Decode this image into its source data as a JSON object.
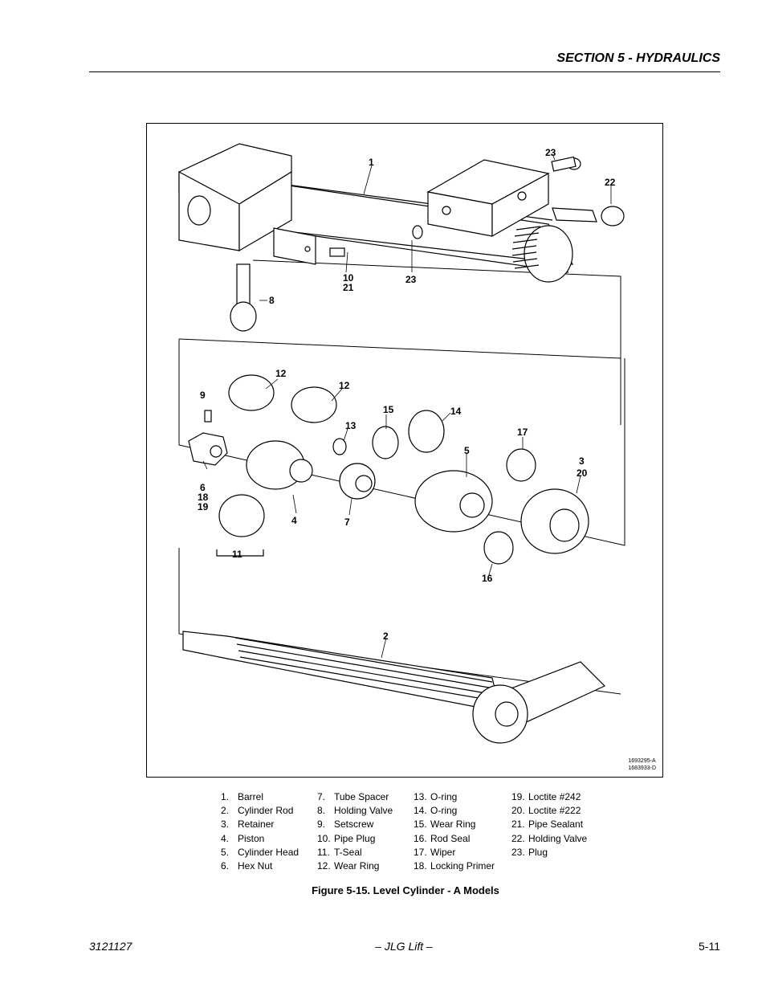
{
  "header": {
    "section_title": "SECTION 5 - HYDRAULICS"
  },
  "figure": {
    "callouts": {
      "c1": "1",
      "c2": "2",
      "c3": "3",
      "c20": "20",
      "c4": "4",
      "c5": "5",
      "c6": "6",
      "c18": "18",
      "c19": "19",
      "c7": "7",
      "c8": "8",
      "c9": "9",
      "c10": "10",
      "c21": "21",
      "c11": "11",
      "c12a": "12",
      "c12b": "12",
      "c13": "13",
      "c14": "14",
      "c15": "15",
      "c16": "16",
      "c17": "17",
      "c22": "22",
      "c23a": "23",
      "c23b": "23"
    },
    "drawing_ids": [
      "1693295-A",
      "1683933-D"
    ]
  },
  "legend": {
    "col1": [
      {
        "num": "1.",
        "label": "Barrel"
      },
      {
        "num": "2.",
        "label": "Cylinder Rod"
      },
      {
        "num": "3.",
        "label": "Retainer"
      },
      {
        "num": "4.",
        "label": "Piston"
      },
      {
        "num": "5.",
        "label": "Cylinder Head"
      },
      {
        "num": "6.",
        "label": "Hex Nut"
      }
    ],
    "col2": [
      {
        "num": "7.",
        "label": "Tube Spacer"
      },
      {
        "num": "8.",
        "label": "Holding Valve"
      },
      {
        "num": "9.",
        "label": "Setscrew"
      },
      {
        "num": "10.",
        "label": "Pipe Plug"
      },
      {
        "num": "11.",
        "label": "T-Seal"
      },
      {
        "num": "12.",
        "label": "Wear Ring"
      }
    ],
    "col3": [
      {
        "num": "13.",
        "label": "O-ring"
      },
      {
        "num": "14.",
        "label": "O-ring"
      },
      {
        "num": "15.",
        "label": "Wear Ring"
      },
      {
        "num": "16.",
        "label": "Rod Seal"
      },
      {
        "num": "17.",
        "label": "Wiper"
      },
      {
        "num": "18.",
        "label": "Locking Primer"
      }
    ],
    "col4": [
      {
        "num": "19.",
        "label": "Loctite #242"
      },
      {
        "num": "20.",
        "label": "Loctite #222"
      },
      {
        "num": "21.",
        "label": "Pipe Sealant"
      },
      {
        "num": "22.",
        "label": "Holding Valve"
      },
      {
        "num": "23.",
        "label": "Plug"
      }
    ]
  },
  "caption": "Figure 5-15.  Level Cylinder - A Models",
  "footer": {
    "doc_number": "3121127",
    "center": "– JLG Lift –",
    "page": "5-11"
  }
}
